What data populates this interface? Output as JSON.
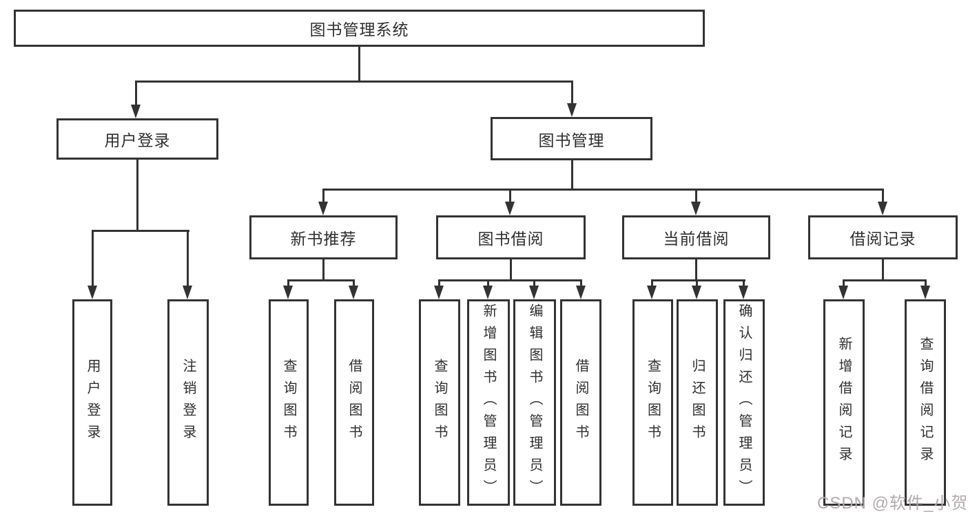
{
  "colors": {
    "line": "#333333",
    "text": "#2f2f2f",
    "watermark": "#b3abab",
    "background": "#ffffff"
  },
  "tree": {
    "root": "图书管理系统",
    "level2": [
      "用户登录",
      "图书管理"
    ],
    "level3": [
      "新书推荐",
      "图书借阅",
      "当前借阅",
      "借阅记录"
    ],
    "leaves_user_login": [
      "用户登录",
      "注销登录"
    ],
    "leaves_new_books": [
      "查询图书",
      "借阅图书"
    ],
    "leaves_book_borrow": [
      "查询图书",
      "新增图书（管理员）",
      "编辑图书（管理员）",
      "借阅图书"
    ],
    "leaves_current_borrow": [
      "查询图书",
      "归还图书",
      "确认归还（管理员）"
    ],
    "leaves_borrow_records": [
      "新增借阅记录",
      "查询借阅记录"
    ]
  },
  "watermark": "CSDN @软件_小贺同学"
}
